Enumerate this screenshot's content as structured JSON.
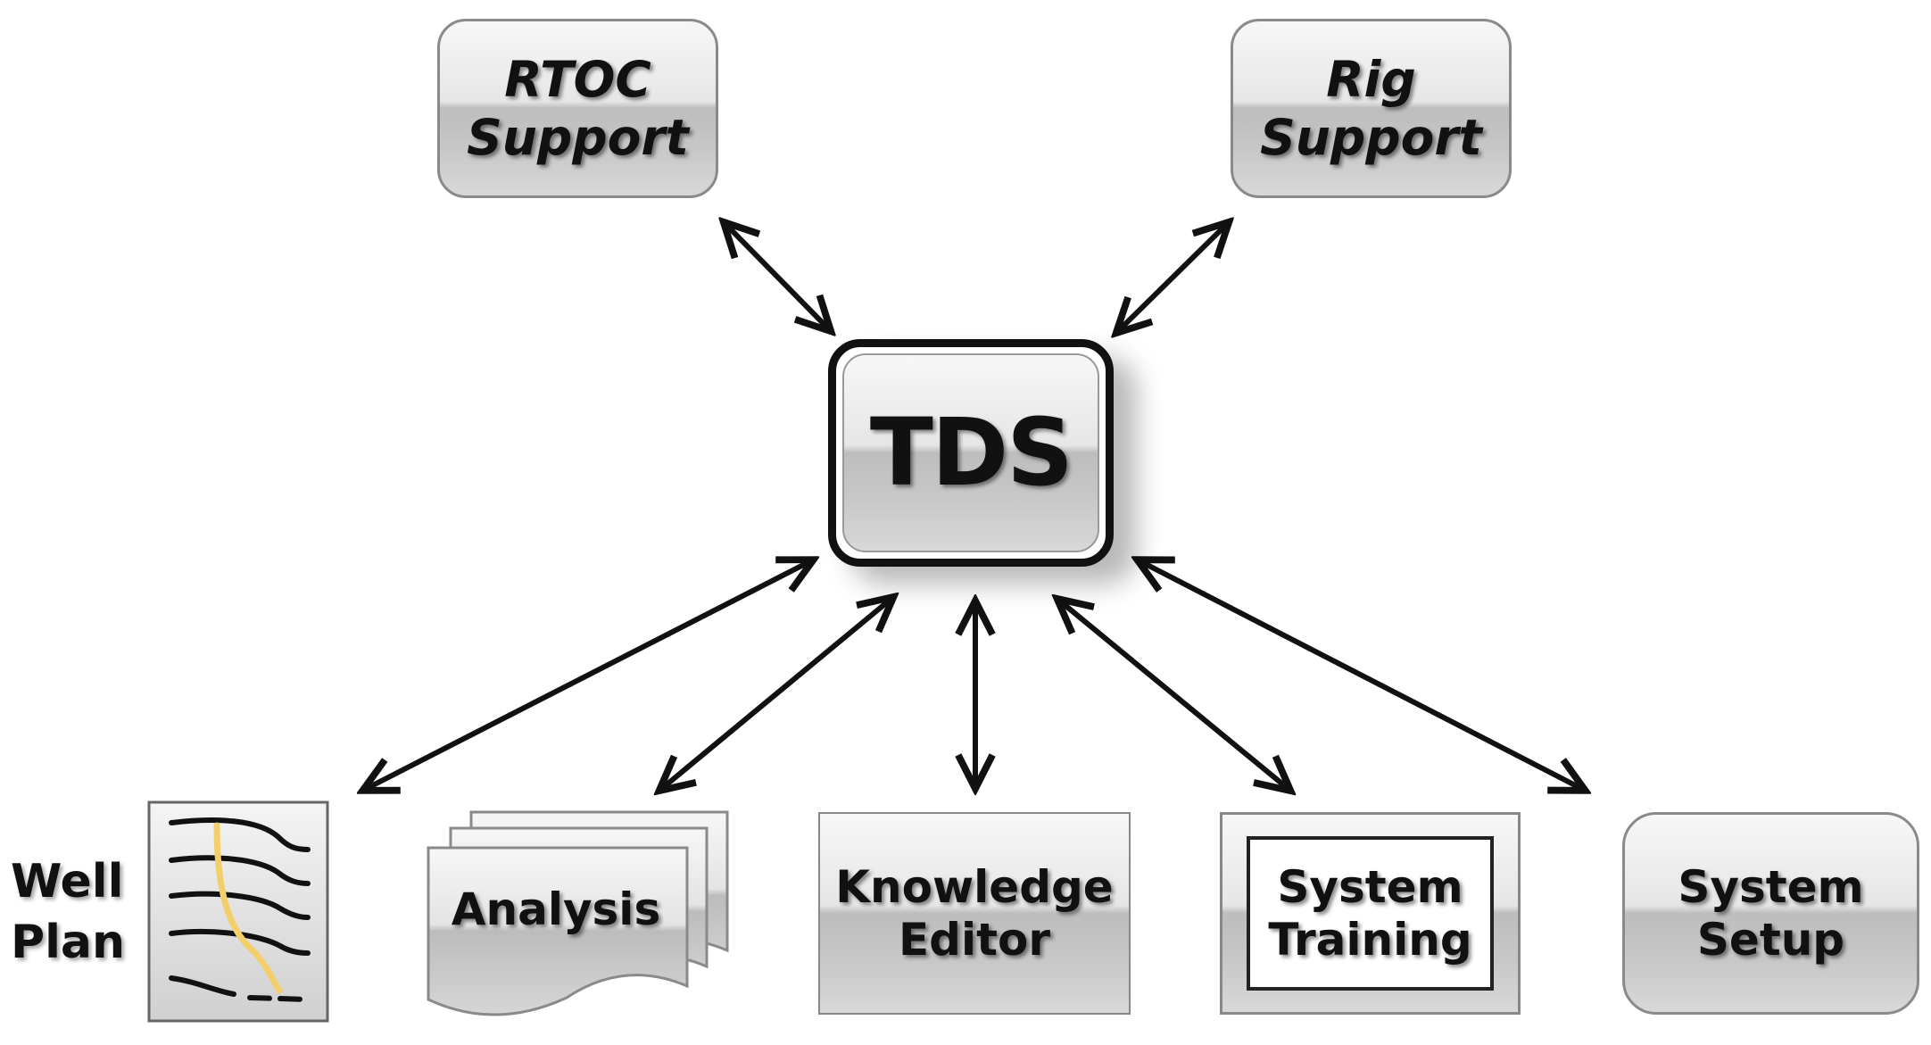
{
  "nodes": {
    "rtoc": {
      "line1": "RTOC",
      "line2": "Support"
    },
    "rig": {
      "line1": "Rig",
      "line2": "Support"
    },
    "tds": {
      "label": "TDS"
    },
    "wellplan": {
      "line1": "Well",
      "line2": "Plan"
    },
    "analysis": {
      "label": "Analysis"
    },
    "knowledge": {
      "line1": "Knowledge",
      "line2": "Editor"
    },
    "training": {
      "line1": "System",
      "line2": "Training"
    },
    "setup": {
      "line1": "System",
      "line2": "Setup"
    }
  },
  "icons": {
    "wellplan": "well-plan-log-icon",
    "analysis": "stacked-documents-icon"
  },
  "colors": {
    "arrow": "#111111",
    "well_path": "#f2cf6a",
    "box_border": "#8a8a8a"
  }
}
